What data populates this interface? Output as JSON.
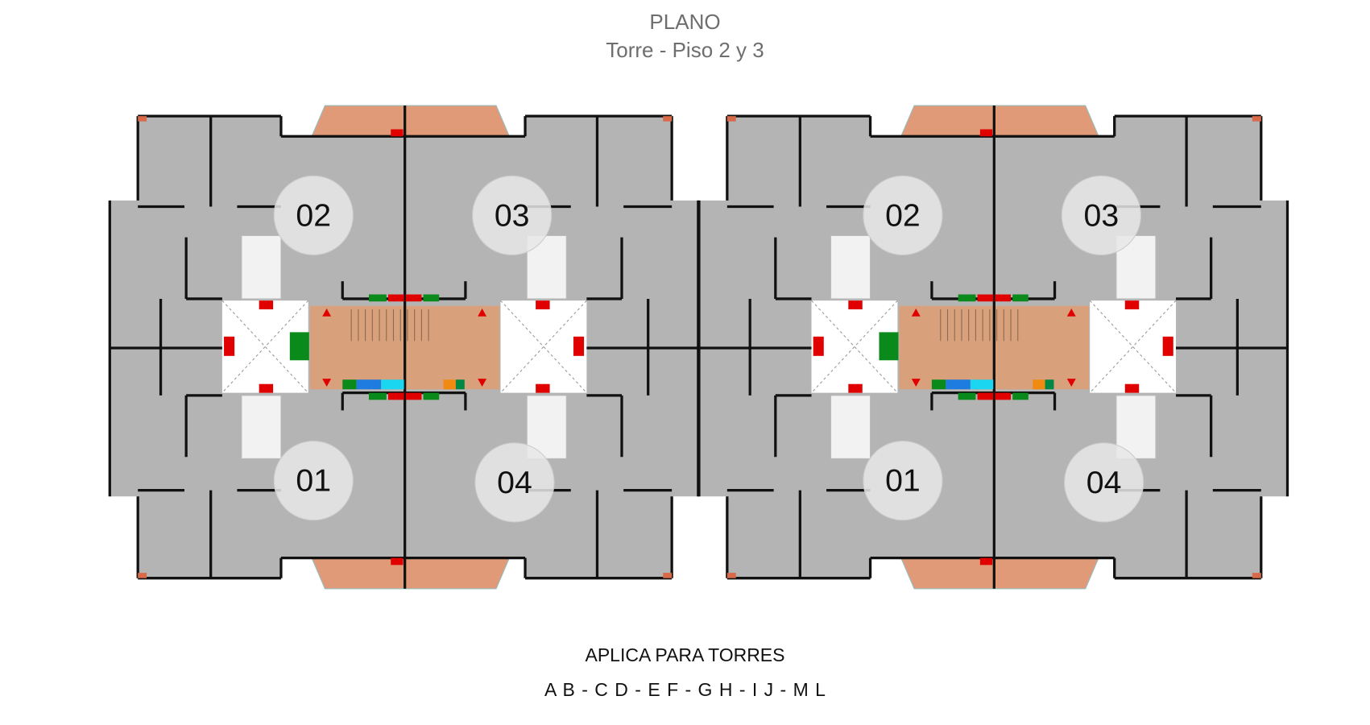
{
  "header": {
    "title": "PLANO",
    "subtitle": "Torre - Piso 2 y 3"
  },
  "plans": [
    {
      "units": {
        "top_left": "02",
        "top_right": "03",
        "bottom_left": "01",
        "bottom_right": "04"
      }
    },
    {
      "units": {
        "top_left": "02",
        "top_right": "03",
        "bottom_left": "01",
        "bottom_right": "04"
      }
    }
  ],
  "footer": {
    "applies_label": "APLICA PARA TORRES",
    "towers": "A B - C D - E F - G H - I J - M L"
  },
  "colors": {
    "floor": "#b4b4b4",
    "wall": "#111111",
    "core": "#d9a07c",
    "balcony": "#e09a78",
    "lobby": "#ffffff",
    "badge": "#e6e6e6",
    "red": "#e00000",
    "green": "#0a8a1a",
    "blue": "#1e7be0",
    "cyan": "#1ad6f0",
    "orange": "#f08a10"
  }
}
